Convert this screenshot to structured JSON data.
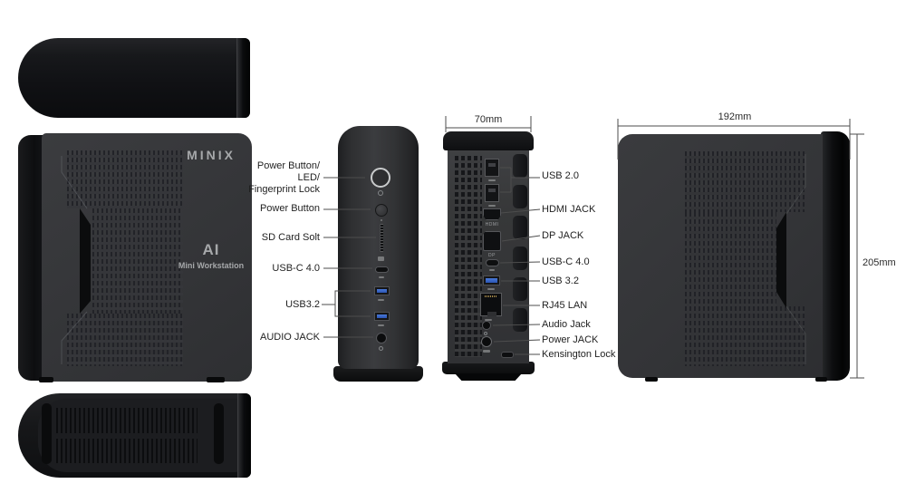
{
  "brand": {
    "logo": "MINIX",
    "model": "AI",
    "subtitle": "Mini Workstation"
  },
  "dimensions": {
    "rear_width": "70mm",
    "side_width": "192mm",
    "side_height": "205mm"
  },
  "front_panel_labels": {
    "power_ring": {
      "line1": "Power Button/",
      "line2": "LED/",
      "line3": "Fingerprint Lock"
    },
    "power_button": "Power Button",
    "sd_card": "SD Card Solt",
    "usb_c": "USB-C 4.0",
    "usb32": "USB3.2",
    "audio": "AUDIO JACK"
  },
  "rear_panel_labels": {
    "usb20": "USB 2.0",
    "hdmi": "HDMI JACK",
    "dp": "DP JACK",
    "usb_c": "USB-C 4.0",
    "usb32": "USB 3.2",
    "rj45": "RJ45 LAN",
    "audio": "Audio Jack",
    "power": "Power JACK",
    "kensington": "Kensington Lock"
  },
  "port_markings": {
    "hdmi": "HDMI",
    "dp": "DP"
  },
  "colors": {
    "usb_blue": "#3a66c8",
    "body_gray": "#37383b",
    "body_dark": "#141517",
    "logo_gray": "#a6a8aa",
    "label_text": "#1f1f1f",
    "leader_line": "#4d4d4d"
  }
}
